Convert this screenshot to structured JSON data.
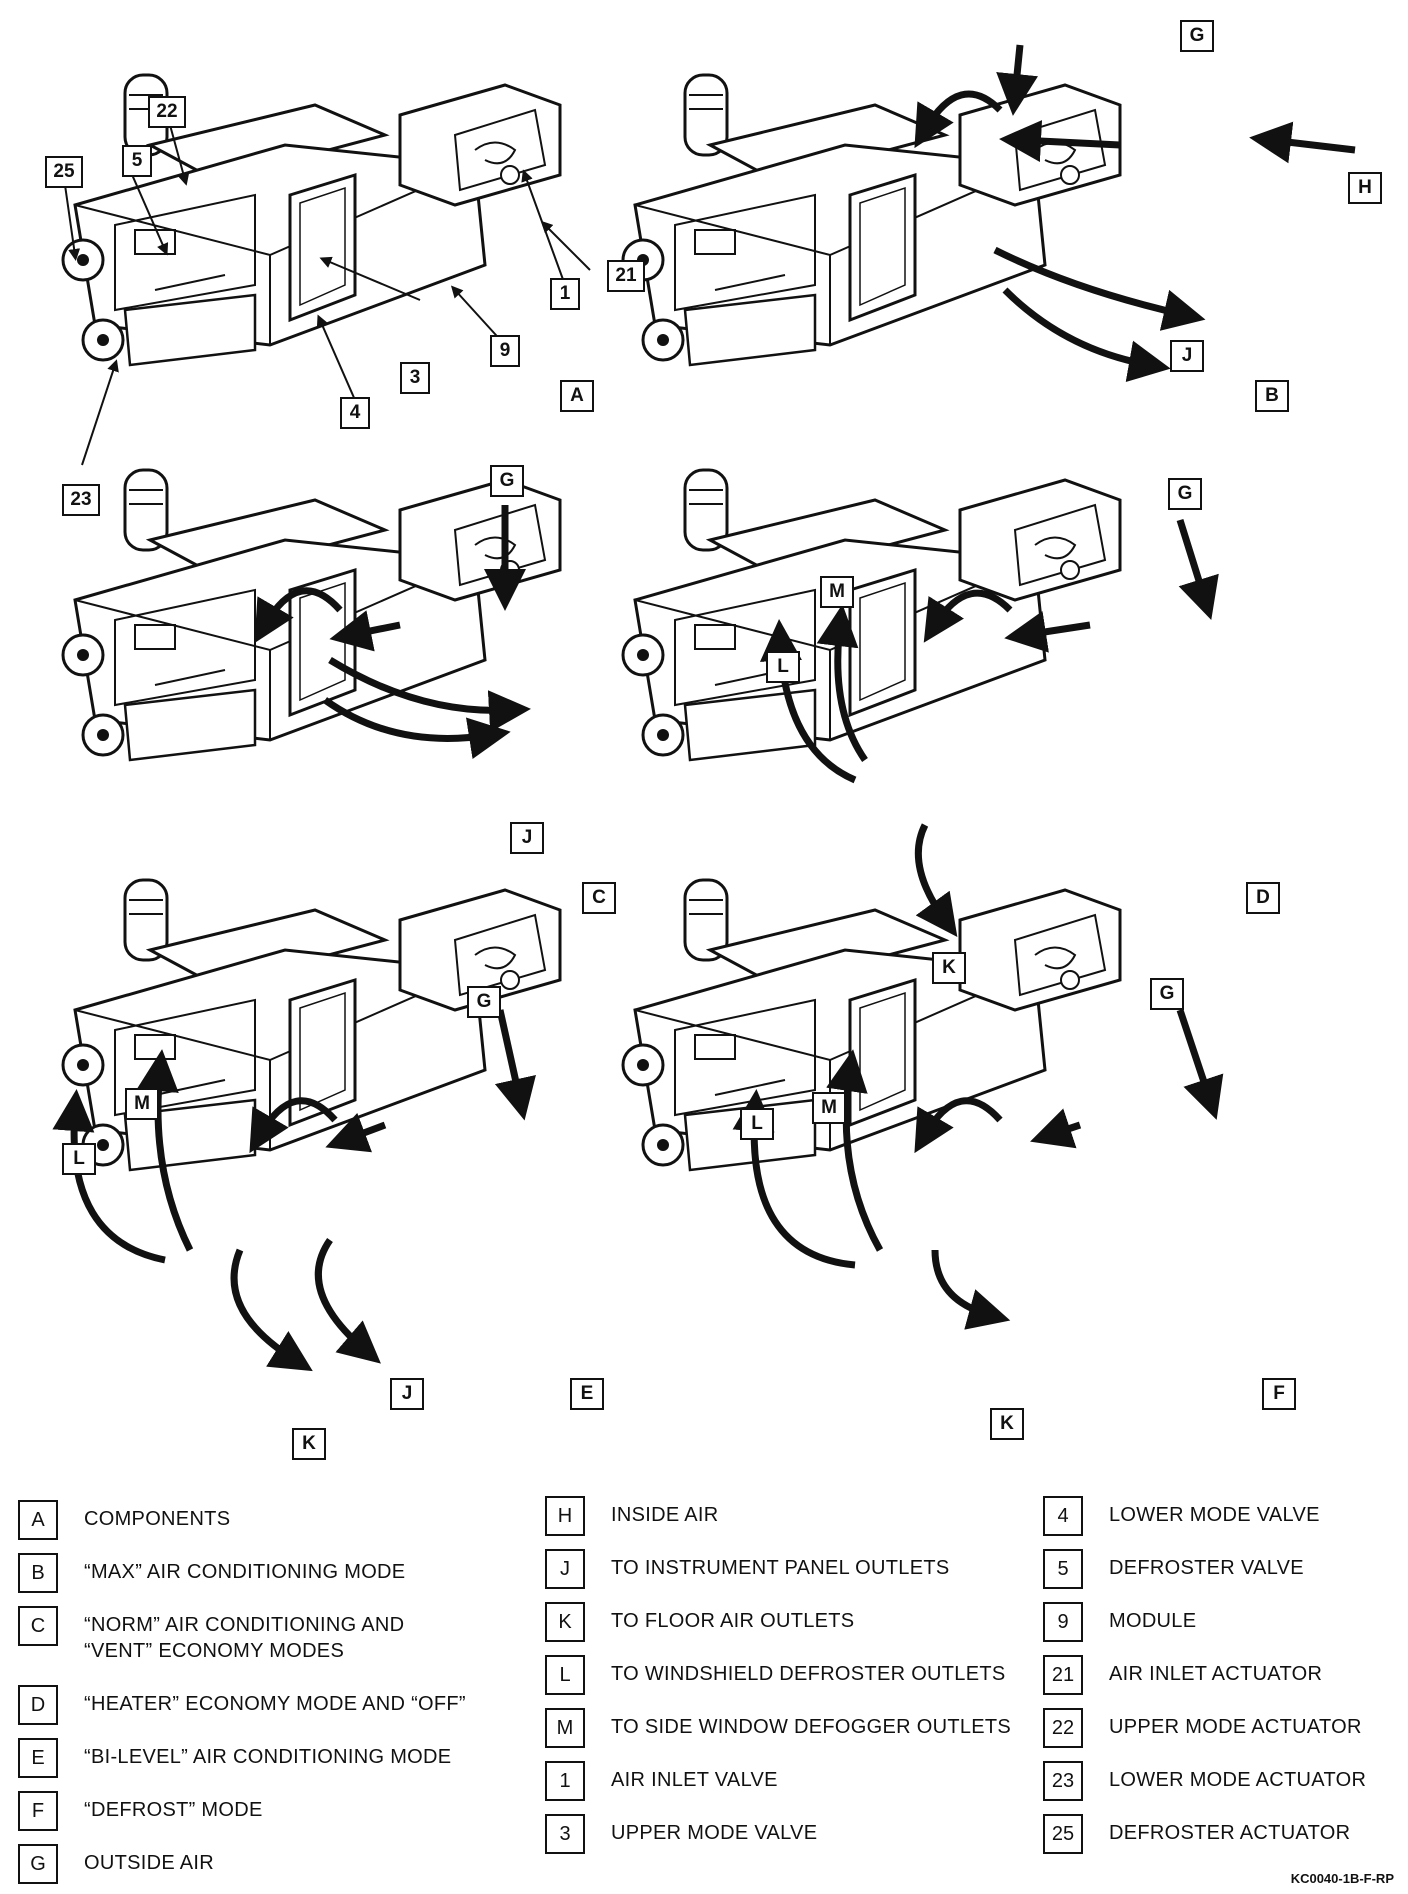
{
  "panels": {
    "A": {
      "view": "A",
      "callouts": {
        "c22": "22",
        "c25": "25",
        "c5": "5",
        "c21": "21",
        "c1": "1",
        "c3": "3",
        "c9": "9",
        "c4": "4",
        "c23": "23"
      }
    },
    "B": {
      "view": "B",
      "callouts": {
        "G": "G",
        "H": "H",
        "J": "J"
      }
    },
    "C": {
      "view": "C",
      "callouts": {
        "G": "G",
        "J": "J"
      }
    },
    "D": {
      "view": "D",
      "callouts": {
        "G": "G",
        "M": "M",
        "L": "L",
        "K": "K"
      }
    },
    "E": {
      "view": "E",
      "callouts": {
        "G": "G",
        "M": "M",
        "L": "L",
        "J": "J",
        "K": "K"
      }
    },
    "F": {
      "view": "F",
      "callouts": {
        "G": "G",
        "M": "M",
        "L": "L",
        "K": "K"
      }
    }
  },
  "legend": {
    "col1": [
      {
        "key": "A",
        "text": "COMPONENTS"
      },
      {
        "key": "B",
        "text": "“MAX” AIR CONDITIONING MODE"
      },
      {
        "key": "C",
        "text": "“NORM” AIR CONDITIONING AND\n“VENT” ECONOMY MODES"
      },
      {
        "key": "D",
        "text": "“HEATER” ECONOMY MODE AND “OFF”"
      },
      {
        "key": "E",
        "text": "“BI-LEVEL” AIR CONDITIONING MODE"
      },
      {
        "key": "F",
        "text": "“DEFROST” MODE"
      },
      {
        "key": "G",
        "text": "OUTSIDE AIR"
      }
    ],
    "col2": [
      {
        "key": "H",
        "text": "INSIDE AIR"
      },
      {
        "key": "J",
        "text": "TO INSTRUMENT PANEL OUTLETS"
      },
      {
        "key": "K",
        "text": "TO FLOOR AIR OUTLETS"
      },
      {
        "key": "L",
        "text": "TO WINDSHIELD DEFROSTER OUTLETS"
      },
      {
        "key": "M",
        "text": "TO SIDE WINDOW DEFOGGER OUTLETS"
      },
      {
        "key": "1",
        "text": "AIR INLET VALVE"
      },
      {
        "key": "3",
        "text": "UPPER MODE VALVE"
      }
    ],
    "col3": [
      {
        "key": "4",
        "text": "LOWER MODE VALVE"
      },
      {
        "key": "5",
        "text": "DEFROSTER VALVE"
      },
      {
        "key": "9",
        "text": "MODULE"
      },
      {
        "key": "21",
        "text": "AIR INLET ACTUATOR"
      },
      {
        "key": "22",
        "text": "UPPER MODE ACTUATOR"
      },
      {
        "key": "23",
        "text": "LOWER MODE ACTUATOR"
      },
      {
        "key": "25",
        "text": "DEFROSTER ACTUATOR"
      }
    ]
  },
  "figure_code": "KC0040-1B-F-RP"
}
